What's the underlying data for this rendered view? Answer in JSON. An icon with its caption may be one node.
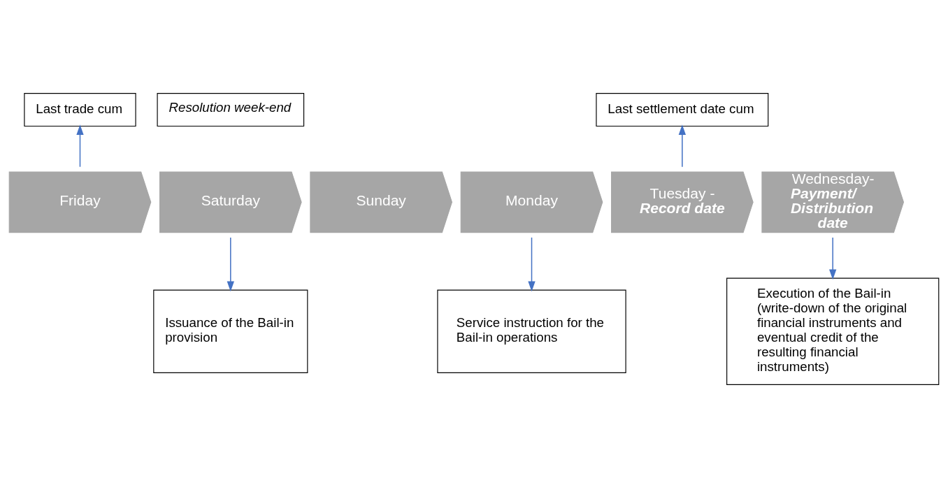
{
  "diagram": {
    "nodes": [
      {
        "text": [
          "Friday"
        ]
      },
      {
        "text": [
          "Saturday"
        ]
      },
      {
        "text": [
          "Sunday"
        ]
      },
      {
        "text": [
          "Monday"
        ]
      },
      {
        "text": [
          "Tuesday -",
          "Record date"
        ]
      },
      {
        "text": [
          "Wednesday-",
          "Payment/ Distribution date"
        ]
      },
      {
        "text": [
          "Last trade cum"
        ]
      },
      {
        "text": [
          "Resolution week-end"
        ]
      },
      {
        "text": [
          "Last settlement date cum"
        ]
      },
      {
        "text": [
          "Issuance of the Bail-in provision"
        ]
      },
      {
        "text": [
          "Service instruction for the Bail-in operations"
        ]
      },
      {
        "text": [
          "Execution of the Bail-in (write-down of the original financial instruments and eventual credit of the resulting financial instruments)"
        ]
      }
    ],
    "edges": [
      {
        "from": 0,
        "to": 6,
        "arrow": "to"
      },
      {
        "from": 4,
        "to": 8,
        "arrow": "to"
      },
      {
        "from": 1,
        "to": 9,
        "arrow": "to"
      },
      {
        "from": 3,
        "to": 10,
        "arrow": "to"
      },
      {
        "from": 5,
        "to": 11,
        "arrow": "to"
      }
    ]
  }
}
